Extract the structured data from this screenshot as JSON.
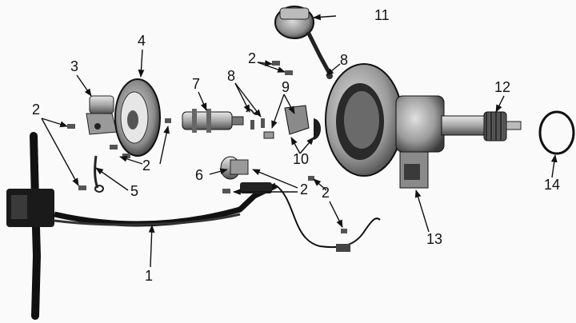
{
  "figure": {
    "description_hidden": "",
    "callouts": {
      "n1": "1",
      "n2": "2",
      "n3": "3",
      "n4": "4",
      "n5": "5",
      "n6": "6",
      "n7": "7",
      "n8": "8",
      "n9": "9",
      "n10": "10",
      "n11": "11",
      "n12": "12",
      "n13": "13",
      "n14": "14"
    }
  },
  "colors": {
    "ink": "#111111",
    "metal_light": "#c8c8c8",
    "metal_mid": "#8a8a8a",
    "metal_dark": "#2a2a2a",
    "paper": "#fafafa"
  }
}
